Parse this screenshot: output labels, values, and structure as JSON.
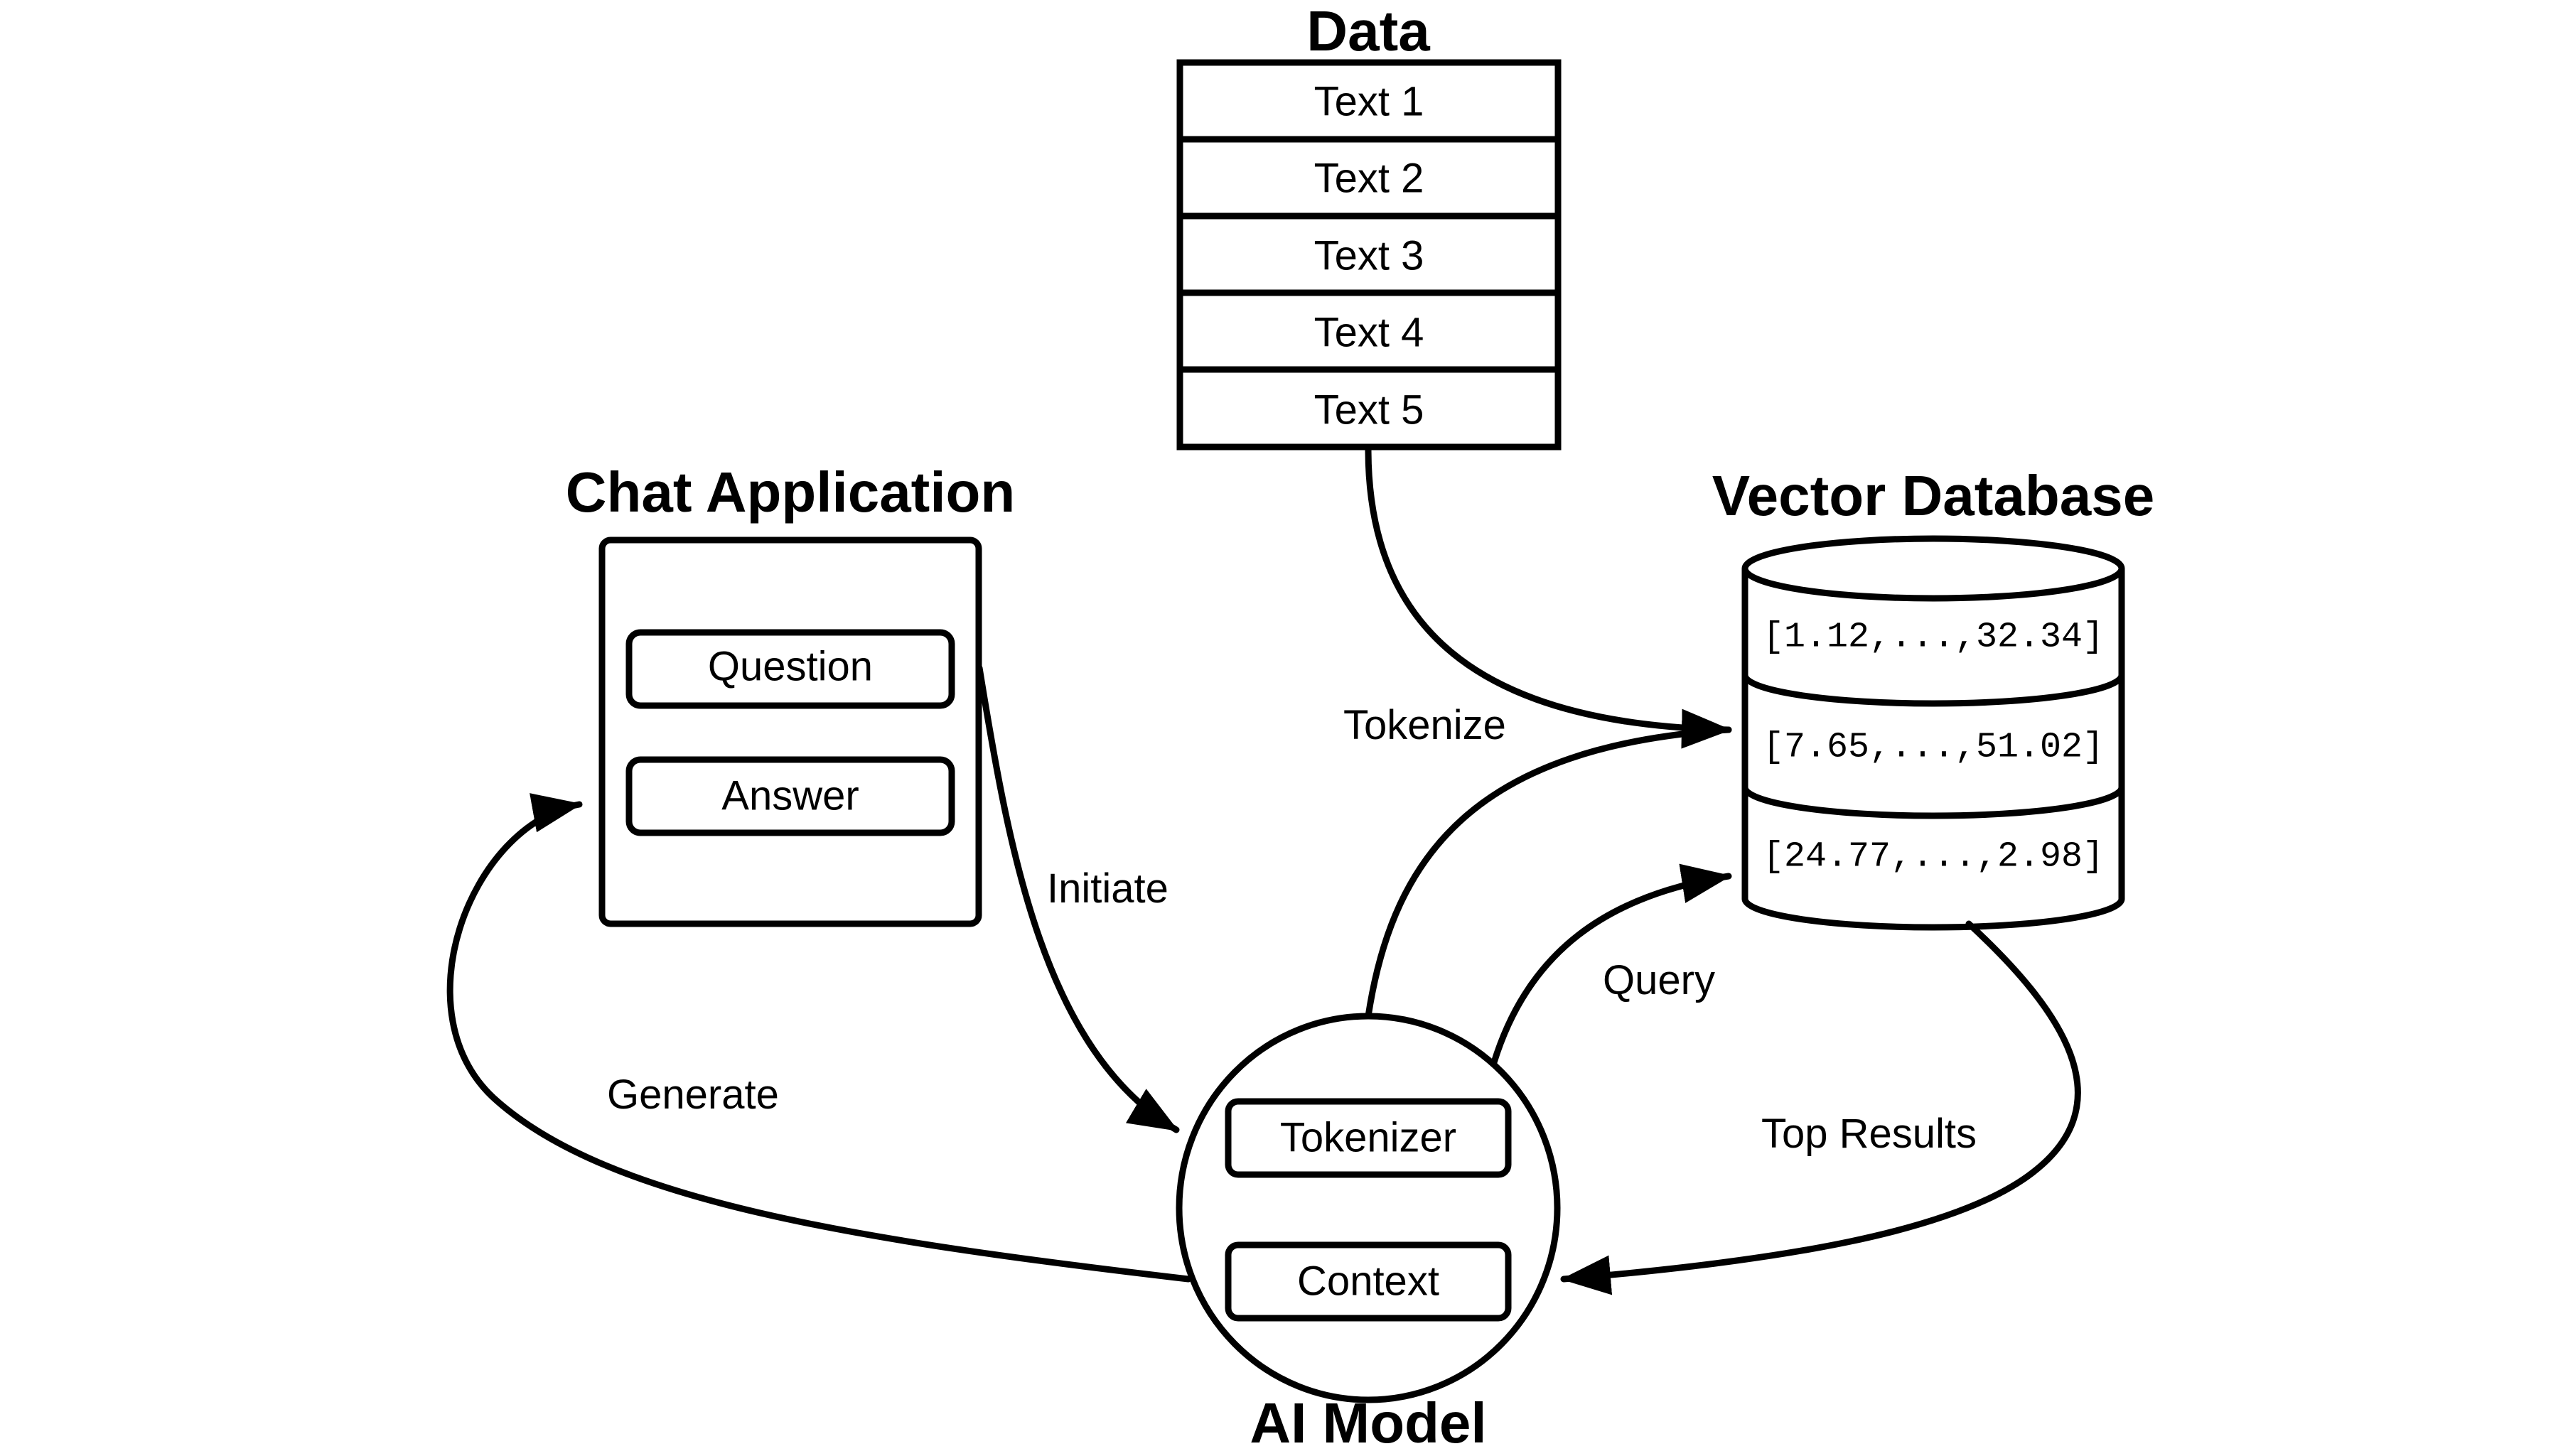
{
  "colors": {
    "stroke": "#000000",
    "fill": "#ffffff",
    "text": "#000000"
  },
  "data_stack": {
    "title": "Data",
    "rows": [
      "Text 1",
      "Text 2",
      "Text 3",
      "Text 4",
      "Text 5"
    ]
  },
  "chat_application": {
    "title": "Chat Application",
    "question": "Question",
    "answer": "Answer"
  },
  "vector_database": {
    "title": "Vector Database",
    "vectors": [
      "[1.12,...,32.34]",
      "[7.65,...,51.02]",
      "[24.77,...,2.98]"
    ]
  },
  "ai_model": {
    "title": "AI Model",
    "tokenizer": "Tokenizer",
    "context": "Context"
  },
  "edges": {
    "tokenize": "Tokenize",
    "initiate": "Initiate",
    "query": "Query",
    "generate": "Generate",
    "top_results": "Top Results"
  }
}
